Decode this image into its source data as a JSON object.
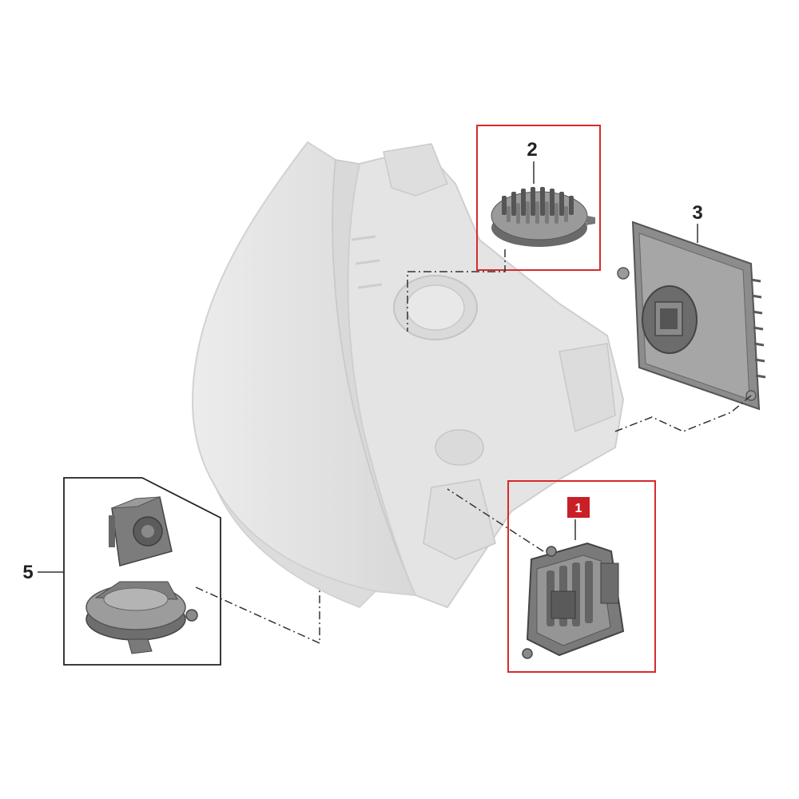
{
  "callouts": {
    "part_1": {
      "label": "1"
    },
    "part_2": {
      "label": "2"
    },
    "part_3": {
      "label": "3"
    },
    "part_5": {
      "label": "5"
    }
  },
  "colors": {
    "highlight_frame": "#d62b2b",
    "badge_fill": "#c91f26",
    "group_frame": "#222222",
    "headlight_body": "#e6e6e6",
    "part_dark": "#6e6e6e"
  }
}
